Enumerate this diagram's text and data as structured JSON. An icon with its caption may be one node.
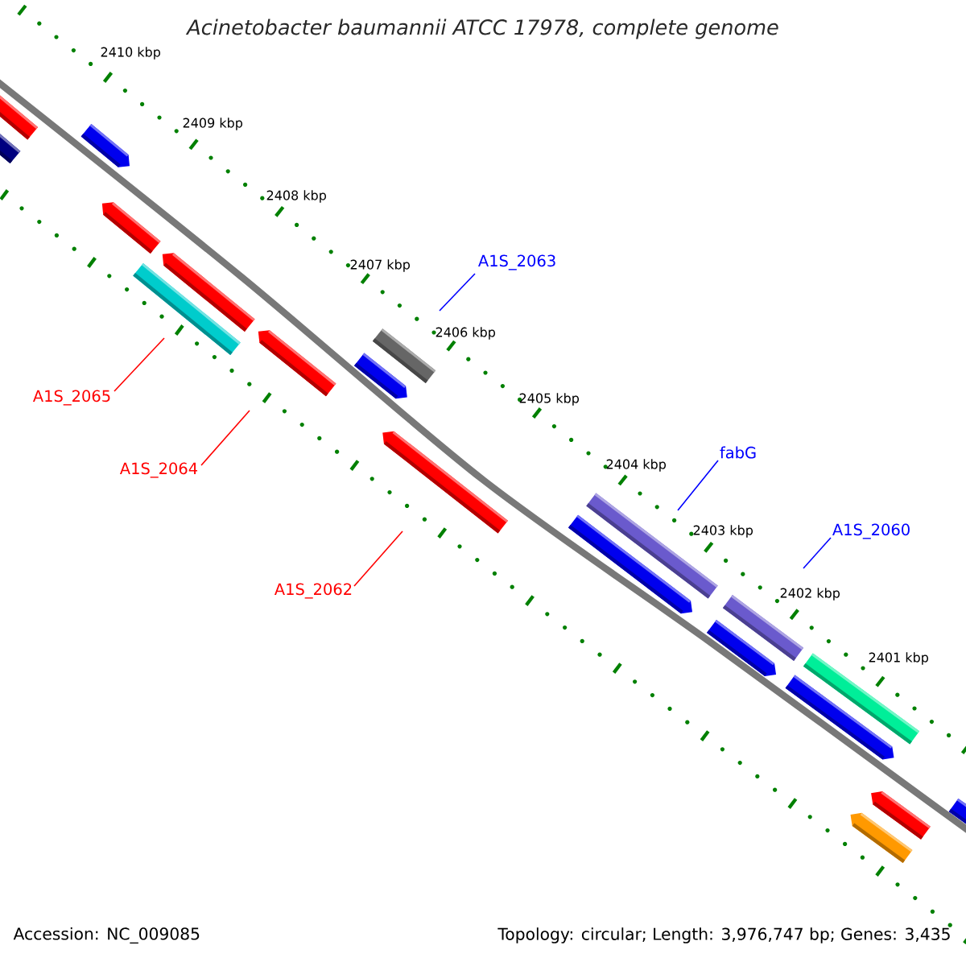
{
  "diagram": {
    "title": "Acinetobacter baumannii ATCC 17978, complete genome",
    "nodes": [
      {
        "text": [
          "A1S_2063"
        ]
      },
      {
        "text": [
          "fabG"
        ]
      },
      {
        "text": [
          "A1S_2060"
        ]
      },
      {
        "text": [
          "A1S_2065"
        ]
      },
      {
        "text": [
          "A1S_2064"
        ]
      },
      {
        "text": [
          "A1S_2062"
        ]
      }
    ],
    "edges": [
      {
        "from": 0,
        "to": null,
        "arrow": "none",
        "color": "#0000ff"
      },
      {
        "from": 1,
        "to": null,
        "arrow": "none",
        "color": "#0000ff"
      },
      {
        "from": 2,
        "to": null,
        "arrow": "none",
        "color": "#0000ff"
      },
      {
        "from": 3,
        "to": null,
        "arrow": "none",
        "color": "#ff0000"
      },
      {
        "from": 4,
        "to": null,
        "arrow": "none",
        "color": "#ff0000"
      },
      {
        "from": 5,
        "to": null,
        "arrow": "none",
        "color": "#ff0000"
      }
    ],
    "labels": [
      "2410 kbp",
      "2409 kbp",
      "2408 kbp",
      "2407 kbp",
      "2406 kbp",
      "2405 kbp",
      "2404 kbp",
      "2403 kbp",
      "2402 kbp",
      "2401 kbp",
      "Accession: NC_009085",
      "Topology: circular; Length: 3,976,747 bp; Genes: 3,435"
    ]
  }
}
